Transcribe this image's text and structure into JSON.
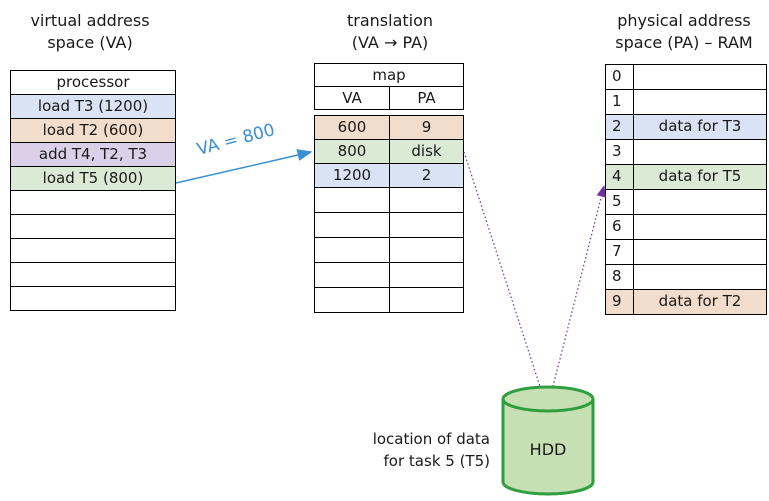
{
  "headings": {
    "va_line1": "virtual address",
    "va_line2": "space (VA)",
    "tr_line1": "translation",
    "tr_line2": "(VA → PA)",
    "pa_line1": "physical address",
    "pa_line2": "space (PA) – RAM"
  },
  "processor": {
    "title": "processor",
    "rows": [
      "load T3 (1200)",
      "load T2 (600)",
      "add T4, T2, T3",
      "load T5 (800)",
      "",
      "",
      "",
      "",
      ""
    ]
  },
  "map": {
    "title": "map",
    "col_va": "VA",
    "col_pa": "PA",
    "rows": [
      {
        "va": "600",
        "pa": "9"
      },
      {
        "va": "800",
        "pa": "disk"
      },
      {
        "va": "1200",
        "pa": "2"
      },
      {
        "va": "",
        "pa": ""
      },
      {
        "va": "",
        "pa": ""
      },
      {
        "va": "",
        "pa": ""
      },
      {
        "va": "",
        "pa": ""
      },
      {
        "va": "",
        "pa": ""
      }
    ]
  },
  "ram": {
    "rows": [
      {
        "addr": "0",
        "content": ""
      },
      {
        "addr": "1",
        "content": ""
      },
      {
        "addr": "2",
        "content": "data for T3"
      },
      {
        "addr": "3",
        "content": ""
      },
      {
        "addr": "4",
        "content": "data for T5"
      },
      {
        "addr": "5",
        "content": ""
      },
      {
        "addr": "6",
        "content": ""
      },
      {
        "addr": "7",
        "content": ""
      },
      {
        "addr": "8",
        "content": ""
      },
      {
        "addr": "9",
        "content": "data for T2"
      }
    ]
  },
  "arrow_label": "VA = 800",
  "hdd": {
    "label": "HDD",
    "caption_line1": "location of data",
    "caption_line2": "for task 5 (T5)"
  },
  "colors": {
    "blue": "#dae3f3",
    "tan": "#f2dccb",
    "purple": "#dcd0e8",
    "green": "#dbead5",
    "hdd_fill": "#c6e0b4",
    "hdd_stroke": "#2e9e3e",
    "arrow_blue": "#3b8fd1",
    "arrow_purple": "#7030a0"
  }
}
